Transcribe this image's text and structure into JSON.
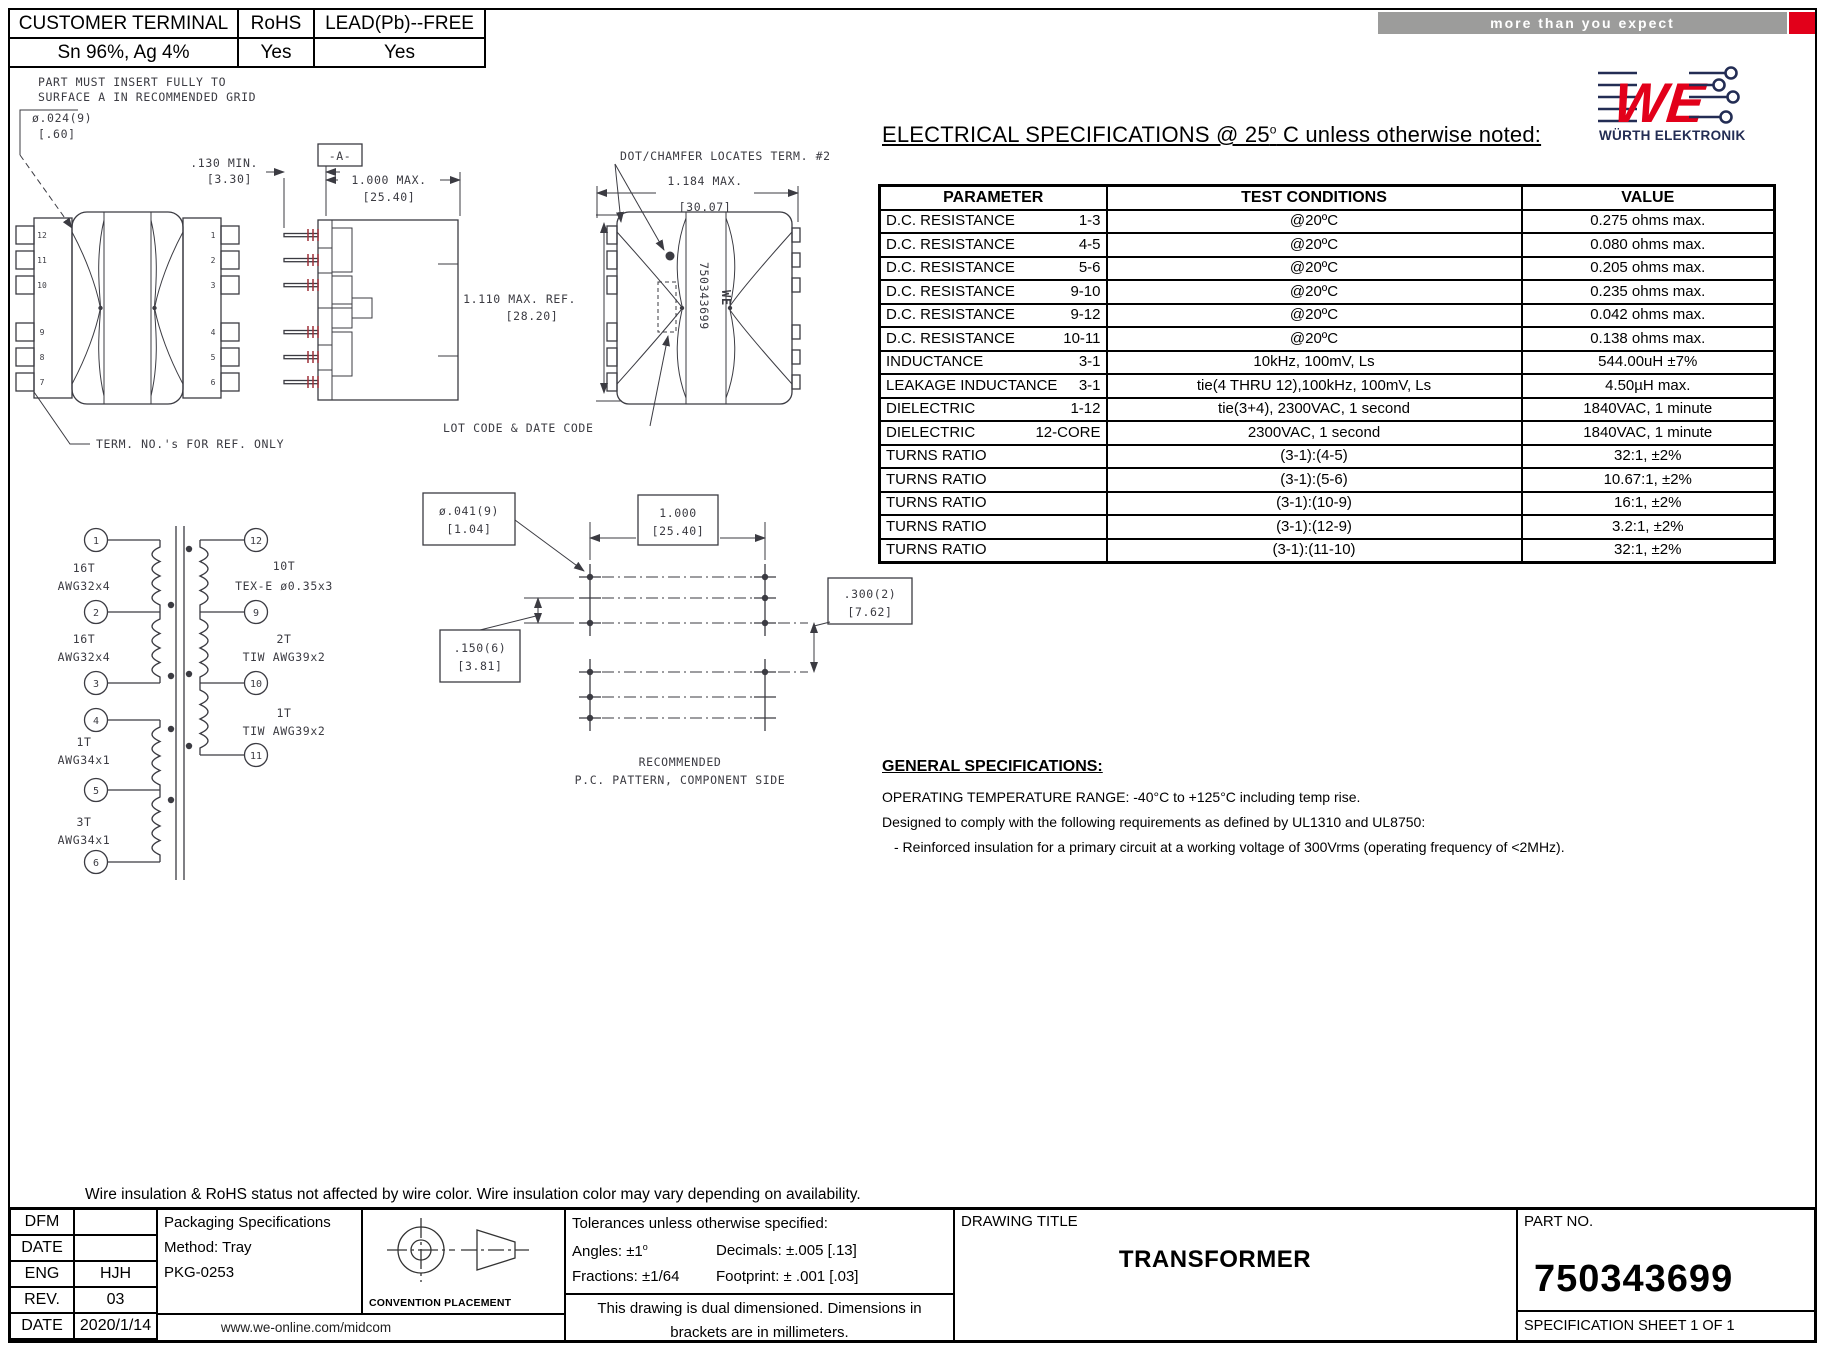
{
  "terminal_table": {
    "headers": [
      "CUSTOMER TERMINAL",
      "RoHS",
      "LEAD(Pb)--FREE"
    ],
    "values": [
      "Sn 96%, Ag 4%",
      "Yes",
      "Yes"
    ]
  },
  "banner": {
    "text": "more than you expect"
  },
  "logo": {
    "we": "WE",
    "company": "WÜRTH ELEKTRONIK"
  },
  "colors": {
    "accent_red": "#e2001a",
    "navy": "#232d54",
    "line": "#3b3b42",
    "banner_gray": "#9c9c9b"
  },
  "front_view": {
    "note_line1": "PART MUST INSERT FULLY TO",
    "note_line2": "SURFACE A IN RECOMMENDED GRID",
    "dia_label": "ø.024(9)",
    "dia_mm": "[.60]",
    "left_terms": [
      "12",
      "11",
      "10",
      "9",
      "8",
      "7"
    ],
    "right_terms": [
      "1",
      "2",
      "3",
      "4",
      "5",
      "6"
    ],
    "term_note": "TERM. NO.'s FOR REF. ONLY"
  },
  "side_view": {
    "datum": "-A-",
    "dim_gap": ".130 MIN.",
    "dim_gap_mm": "[3.30]",
    "dim_width": "1.000 MAX.",
    "dim_width_mm": "[25.40]"
  },
  "marking_view": {
    "dim_width": "1.184 MAX.",
    "dim_width_mm": "[30.07]",
    "dim_height": "1.110 MAX. REF.",
    "dim_height_mm": "[28.20]",
    "dot_note": "DOT/CHAMFER LOCATES TERM. #2",
    "part_number": "750343699",
    "logo_mark": "WE",
    "lot_note": "LOT CODE & DATE CODE"
  },
  "schematic": {
    "left_terms": [
      "1",
      "2",
      "3",
      "4",
      "5",
      "6"
    ],
    "right_terms": [
      "12",
      "9",
      "10",
      "11"
    ],
    "left_windings": [
      {
        "turns": "16T",
        "wire": "AWG32x4"
      },
      {
        "turns": "16T",
        "wire": "AWG32x4"
      },
      {
        "turns": "1T",
        "wire": "AWG34x1"
      },
      {
        "turns": "3T",
        "wire": "AWG34x1"
      }
    ],
    "right_windings": [
      {
        "turns": "10T",
        "wire": "TEX-E ø0.35x3"
      },
      {
        "turns": "2T",
        "wire": "TIW AWG39x2"
      },
      {
        "turns": "1T",
        "wire": "TIW AWG39x2"
      }
    ]
  },
  "pc_pattern": {
    "dia_label": "ø.041(9)",
    "dia_mm": "[1.04]",
    "pitch_x": "1.000",
    "pitch_x_mm": "[25.40]",
    "pitch_y": ".150(6)",
    "pitch_y_mm": "[3.81]",
    "offset": ".300(2)",
    "offset_mm": "[7.62]",
    "caption1": "RECOMMENDED",
    "caption2": "P.C. PATTERN, COMPONENT SIDE"
  },
  "espec": {
    "title_pre": "ELECTRICAL SPECIFICATIONS @ 25",
    "title_sup": "o",
    "title_post": " C unless otherwise noted:",
    "col_headers": [
      "PARAMETER",
      "TEST CONDITIONS",
      "VALUE"
    ],
    "rows": [
      {
        "param": "D.C. RESISTANCE",
        "pins": "1-3",
        "cond": "@20ºC",
        "value": "0.275 ohms  max."
      },
      {
        "param": "D.C. RESISTANCE",
        "pins": "4-5",
        "cond": "@20ºC",
        "value": "0.080 ohms  max."
      },
      {
        "param": "D.C. RESISTANCE",
        "pins": "5-6",
        "cond": "@20ºC",
        "value": "0.205 ohms  max."
      },
      {
        "param": "D.C. RESISTANCE",
        "pins": "9-10",
        "cond": "@20ºC",
        "value": "0.235 ohms  max."
      },
      {
        "param": "D.C. RESISTANCE",
        "pins": "9-12",
        "cond": "@20ºC",
        "value": "0.042 ohms  max."
      },
      {
        "param": "D.C. RESISTANCE",
        "pins": "10-11",
        "cond": "@20ºC",
        "value": "0.138 ohms  max."
      },
      {
        "param": "INDUCTANCE",
        "pins": "3-1",
        "cond": "10kHz, 100mV, Ls",
        "value": "544.00uH ±7%"
      },
      {
        "param": "LEAKAGE INDUCTANCE",
        "pins": "3-1",
        "cond": "tie(4 THRU 12),100kHz, 100mV, Ls",
        "value": "4.50µH max."
      },
      {
        "param": "DIELECTRIC",
        "pins": "1-12",
        "cond": "tie(3+4), 2300VAC, 1 second",
        "value": "1840VAC, 1 minute"
      },
      {
        "param": "DIELECTRIC",
        "pins": "12-CORE",
        "cond": "2300VAC, 1 second",
        "value": "1840VAC, 1 minute"
      },
      {
        "param": "TURNS RATIO",
        "pins": "",
        "cond": "(3-1):(4-5)",
        "value": "32:1, ±2%"
      },
      {
        "param": "TURNS RATIO",
        "pins": "",
        "cond": "(3-1):(5-6)",
        "value": "10.67:1, ±2%"
      },
      {
        "param": "TURNS RATIO",
        "pins": "",
        "cond": "(3-1):(10-9)",
        "value": "16:1, ±2%"
      },
      {
        "param": "TURNS RATIO",
        "pins": "",
        "cond": "(3-1):(12-9)",
        "value": "3.2:1, ±2%"
      },
      {
        "param": "TURNS RATIO",
        "pins": "",
        "cond": "(3-1):(11-10)",
        "value": "32:1, ±2%"
      }
    ]
  },
  "gspec": {
    "heading": "GENERAL SPECIFICATIONS:",
    "line1": "OPERATING TEMPERATURE RANGE: -40°C to +125°C including temp rise.",
    "line2": "Designed to comply with the following requirements as defined by UL1310 and UL8750:",
    "line3": "- Reinforced insulation for a primary circuit at a working voltage of 300Vrms (operating frequency of <2MHz)."
  },
  "wire_note": "Wire insulation & RoHS status not affected by wire color.  Wire insulation color may vary depending on availability.",
  "titleblock": {
    "rows": [
      {
        "label": "DFM",
        "value": ""
      },
      {
        "label": "DATE",
        "value": ""
      },
      {
        "label": "ENG",
        "value": "HJH"
      },
      {
        "label": "REV.",
        "value": "03"
      },
      {
        "label": "DATE",
        "value": "2020/1/14"
      }
    ],
    "packaging_line1": "Packaging Specifications",
    "packaging_line2": "Method: Tray",
    "packaging_line3": "PKG-0253",
    "convention": "CONVENTION PLACEMENT",
    "website": "www.we-online.com/midcom",
    "tol_title": "Tolerances unless otherwise specified:",
    "tol_angles_pre": "Angles: ±1",
    "tol_angles_sup": "o",
    "tol_decimals": "Decimals: ±.005 [.13]",
    "tol_fractions": "Fractions: ±1/64",
    "tol_footprint": "Footprint: ± .001 [.03]",
    "dual_note": "This drawing is dual dimensioned.  Dimensions in brackets are in millimeters.",
    "drawing_title_label": "DRAWING TITLE",
    "drawing_title": "TRANSFORMER",
    "part_label": "PART NO.",
    "part_no": "750343699",
    "sheet": "SPECIFICATION SHEET 1 OF 1"
  }
}
